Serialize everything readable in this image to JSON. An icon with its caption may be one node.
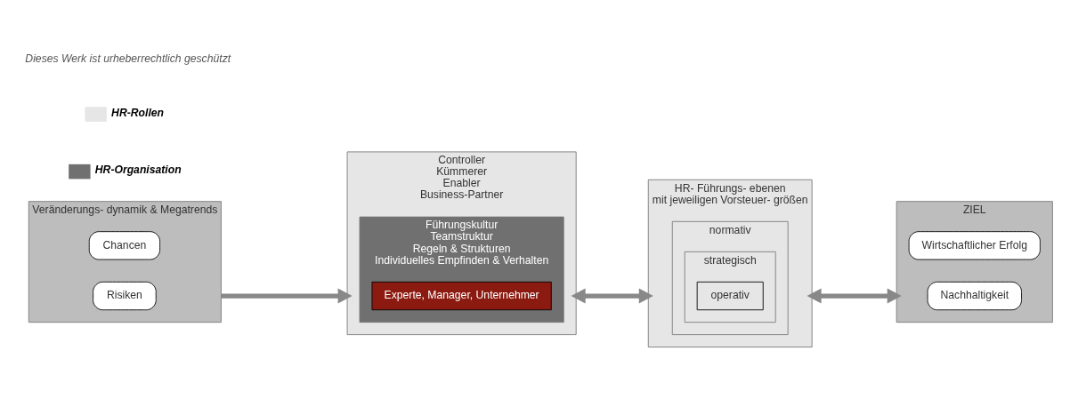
{
  "diagram": {
    "nodes": [
      {
        "text": [
          "Veränderungs- dynamik & Megatrends"
        ]
      },
      {
        "text": [
          "Chancen"
        ],
        "in": 0
      },
      {
        "text": [
          "Risiken"
        ],
        "in": 0
      },
      {
        "text": [
          "Controller",
          "Kümmerer",
          "Enabler",
          "Business-Partner"
        ]
      },
      {
        "text": [
          "Führungskultur",
          "Teamstruktur",
          "Regeln & Strukturen",
          "Individuelles Empfinden & Verhalten"
        ],
        "in": 3
      },
      {
        "text": [
          "Experte, Manager, Unternehmer"
        ],
        "in": 4
      },
      {
        "text": [
          "HR- Führungs- ebenen",
          "mit jeweiligen Vorsteuer- größen"
        ]
      },
      {
        "text": [
          "normativ"
        ],
        "in": 6
      },
      {
        "text": [
          "strategisch"
        ],
        "in": 7
      },
      {
        "text": [
          "operativ"
        ],
        "in": 8
      },
      {
        "text": [
          "ZIEL"
        ]
      },
      {
        "text": [
          "Wirtschaftlicher Erfolg"
        ],
        "in": 10
      },
      {
        "text": [
          "Nachhaltigkeit"
        ],
        "in": 10
      }
    ],
    "edges": [
      {
        "from": 0,
        "to": 3,
        "arrow": "to"
      },
      {
        "from": 3,
        "to": 6,
        "arrow": "both"
      },
      {
        "from": 6,
        "to": 10,
        "arrow": "both"
      }
    ],
    "labels": [
      "Dieses Werk ist urheberrechtlich geschützt"
    ],
    "legend": [
      {
        "text": "HR-Rollen",
        "color": "#e6e6e6"
      },
      {
        "text": "HR-Organisation",
        "color": "#707070"
      }
    ]
  }
}
